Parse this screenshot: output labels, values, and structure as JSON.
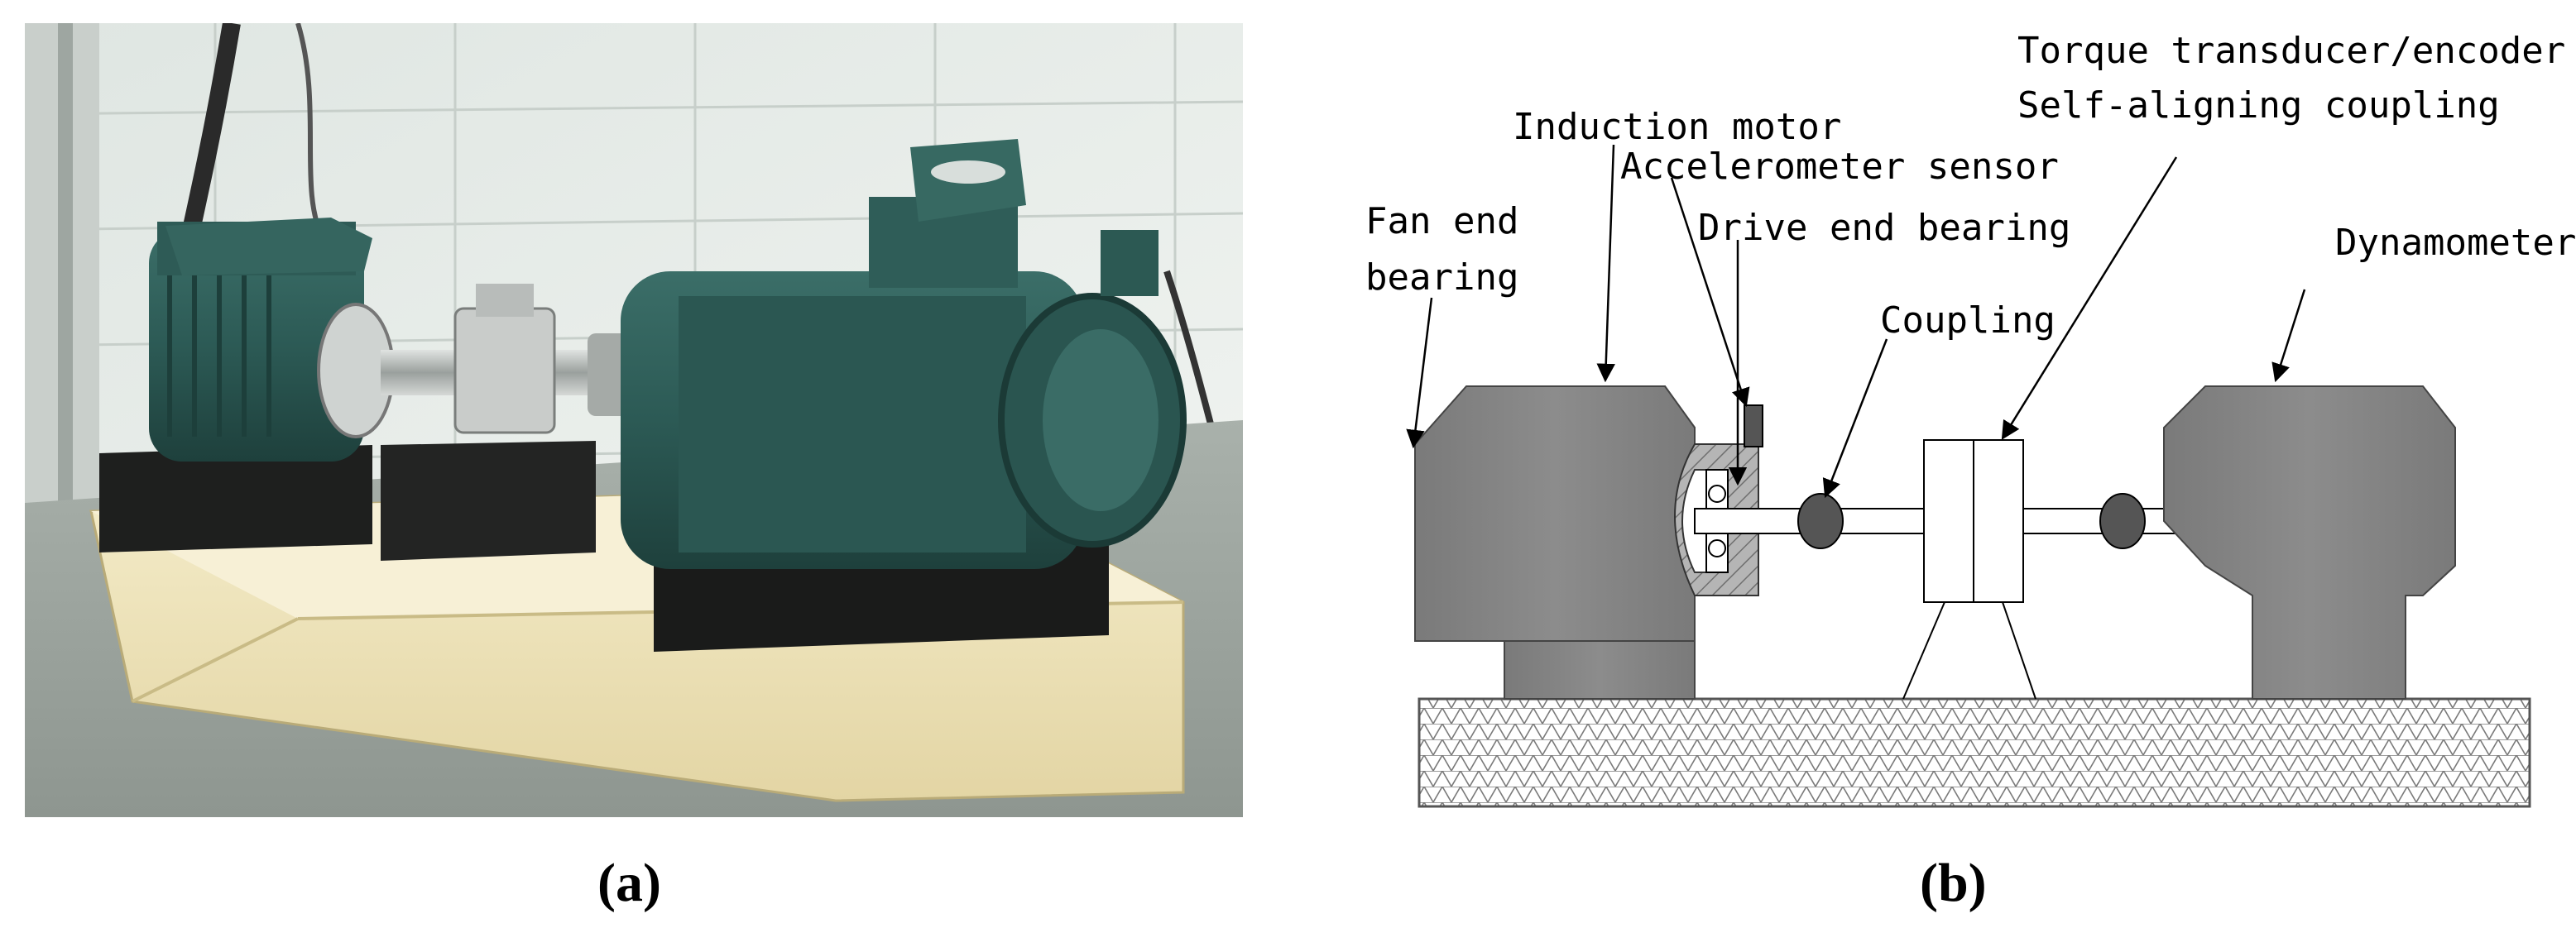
{
  "panels": {
    "a": {
      "caption": "(a)"
    },
    "b": {
      "caption": "(b)"
    }
  },
  "diagram": {
    "labels": {
      "torque": "Torque transducer/encoder",
      "self_aligning": "Self-aligning coupling",
      "induction_motor": "Induction motor",
      "accelerometer": "Accelerometer sensor",
      "fan_end_1": "Fan end",
      "fan_end_2": "bearing",
      "drive_end": "Drive end bearing",
      "coupling": "Coupling",
      "dynamometer": "Dynamometer"
    },
    "colors": {
      "machine_fill": "#808080",
      "housing_section": "#b5b5b5",
      "base_hatch": "#7a7a7a"
    }
  },
  "photo": {
    "colors": {
      "wall": "#e6ece8",
      "floor": "#9fa8a2",
      "motor_teal": "#2f5d58",
      "base_wood": "#efe4bc",
      "mount_black": "#1e1f1e"
    }
  }
}
